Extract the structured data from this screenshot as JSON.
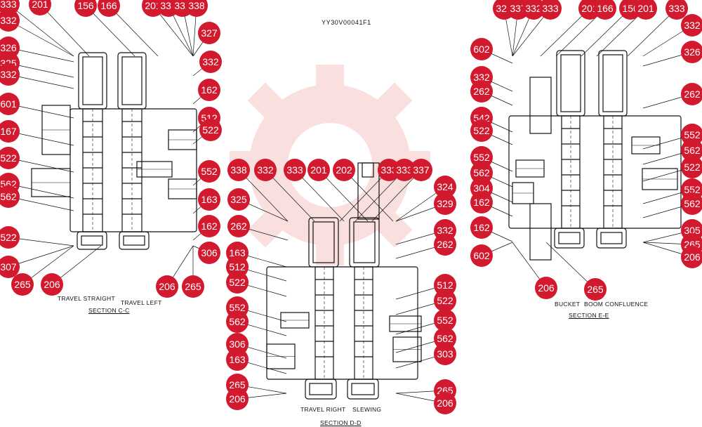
{
  "drawing_code": "YY30V00041F1",
  "sections": {
    "cc": {
      "left_label": "TRAVEL STRAIGHT",
      "right_label": "TRAVEL LEFT",
      "title": "SECTION  C-C"
    },
    "dd": {
      "left_label": "TRAVEL RIGHT",
      "right_label": "SLEWING",
      "title": "SECTION  D-D"
    },
    "ee": {
      "left_label": "BUCKET",
      "right_label": "BOOM CONFLUENCE",
      "title": "SECTION  E-E"
    }
  },
  "callouts": {
    "cc": [
      "333",
      "201",
      "156",
      "166",
      "201",
      "338",
      "332",
      "338",
      "327",
      "332",
      "326",
      "325",
      "332",
      "332",
      "601",
      "162",
      "167",
      "512",
      "522",
      "522",
      "562",
      "552",
      "562",
      "163",
      "162",
      "522",
      "306",
      "307",
      "265",
      "206",
      "206",
      "265"
    ],
    "dd": [
      "338",
      "332",
      "333",
      "201",
      "202",
      "333",
      "333",
      "337",
      "324",
      "325",
      "329",
      "262",
      "332",
      "163",
      "262",
      "512",
      "512",
      "522",
      "522",
      "552",
      "552",
      "562",
      "562",
      "306",
      "303",
      "163",
      "265",
      "265",
      "206",
      "206"
    ],
    "ee": [
      "329",
      "337",
      "332",
      "333",
      "201",
      "166",
      "156",
      "201",
      "333",
      "602",
      "332",
      "332",
      "262",
      "326",
      "542",
      "262",
      "522",
      "552",
      "552",
      "562",
      "562",
      "522",
      "304",
      "162",
      "552",
      "162",
      "562",
      "602",
      "305",
      "206",
      "265",
      "265",
      "206"
    ]
  },
  "colors": {
    "callout_fill": "#d2192e",
    "callout_text": "#ffffff",
    "line": "#111111",
    "watermark": "#f6c9c9"
  }
}
